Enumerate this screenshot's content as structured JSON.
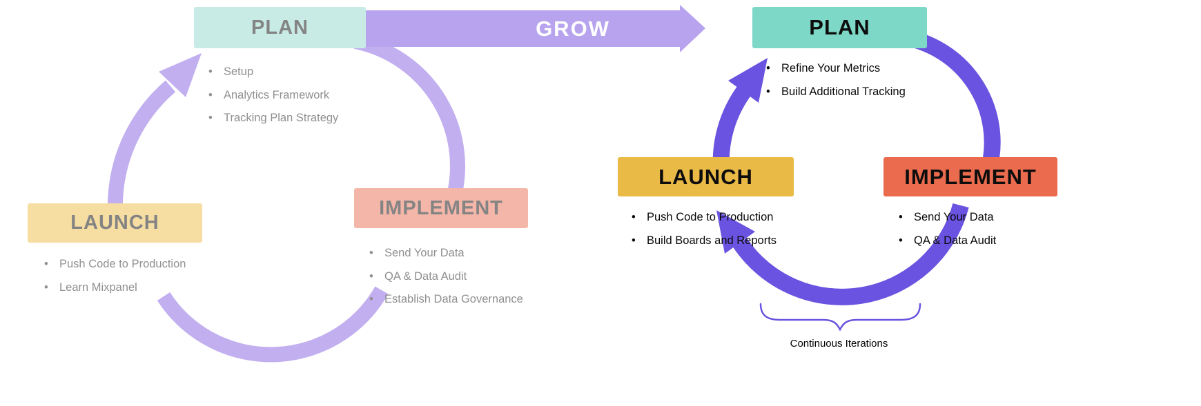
{
  "colors": {
    "background": "#ffffff",
    "left_arrow": "#c2aff0",
    "grow_arrow": "#b7a3ee",
    "right_arrow": "#6a53e0",
    "left_plan_bg": "#c9ebe6",
    "left_implement_bg": "#f3b6a8",
    "left_launch_bg": "#f6dda1",
    "left_text": "#8f8f8f",
    "right_plan_bg": "#7ed8c7",
    "right_launch_bg": "#e9ba45",
    "right_implement_bg": "#ea6b4d",
    "right_text": "#000000",
    "grow_label_color": "#ffffff"
  },
  "grow": {
    "label": "GROW"
  },
  "left_cycle": {
    "plan": {
      "title": "PLAN",
      "items": [
        "Setup",
        "Analytics Framework",
        "Tracking Plan Strategy"
      ]
    },
    "implement": {
      "title": "IMPLEMENT",
      "items": [
        "Send Your Data",
        "QA & Data Audit",
        "Establish Data Governance"
      ]
    },
    "launch": {
      "title": "LAUNCH",
      "items": [
        "Push Code to Production",
        "Learn Mixpanel"
      ]
    }
  },
  "right_cycle": {
    "plan": {
      "title": "PLAN",
      "items": [
        "Refine Your Metrics",
        "Build Additional Tracking"
      ]
    },
    "launch": {
      "title": "LAUNCH",
      "items": [
        "Push Code to Production",
        "Build Boards and Reports"
      ]
    },
    "implement": {
      "title": "IMPLEMENT",
      "items": [
        "Send Your Data",
        "QA & Data Audit"
      ]
    },
    "caption": "Continuous Iterations"
  }
}
